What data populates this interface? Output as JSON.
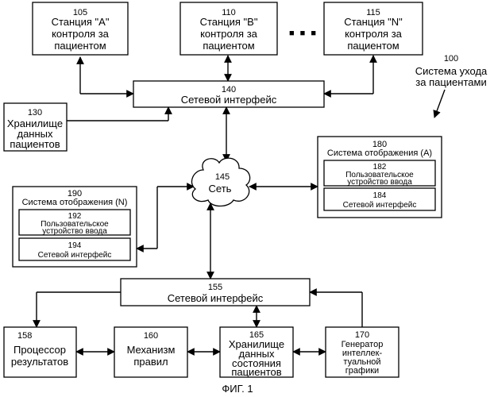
{
  "stations": [
    {
      "num": "105",
      "lines": [
        "Станция \"А\"",
        "контроля за",
        "пациентом"
      ]
    },
    {
      "num": "110",
      "lines": [
        "Станция \"В\"",
        "контроля за",
        "пациентом"
      ]
    },
    {
      "num": "115",
      "lines": [
        "Станция \"N\"",
        "контроля за",
        "пациентом"
      ]
    }
  ],
  "ellipsis": "■ ■ ■",
  "system": {
    "num": "100",
    "lines": [
      "Система ухода",
      "за пациентами"
    ]
  },
  "net_if_140": {
    "num": "140",
    "label": "Сетевой интерфейс"
  },
  "storage_130": {
    "num": "130",
    "lines": [
      "Хранилище",
      "данных",
      "пациентов"
    ]
  },
  "network": {
    "num": "145",
    "label": "Сеть"
  },
  "display_180": {
    "num": "180",
    "title": "Система отображения (А)",
    "input": {
      "num": "182",
      "lines": [
        "Пользовательское",
        "устройство ввода"
      ]
    },
    "netif": {
      "num": "184",
      "label": "Сетевой интерфейс"
    }
  },
  "display_190": {
    "num": "190",
    "title": "Система отображения (N)",
    "input": {
      "num": "192",
      "lines": [
        "Пользовательское",
        "устройство ввода"
      ]
    },
    "netif": {
      "num": "194",
      "label": "Сетевой интерфейс"
    }
  },
  "net_if_155": {
    "num": "155",
    "label": "Сетевой интерфейс"
  },
  "bottom": [
    {
      "num": "158",
      "lines": [
        "Процессор",
        "результатов"
      ]
    },
    {
      "num": "160",
      "lines": [
        "Механизм",
        "правил"
      ]
    },
    {
      "num": "165",
      "lines": [
        "Хранилище",
        "данных",
        "состояния",
        "пациентов"
      ]
    },
    {
      "num": "170",
      "lines": [
        "Генератор",
        "интеллек-",
        "туальной",
        "графики"
      ]
    }
  ],
  "caption": "ФИГ. 1"
}
